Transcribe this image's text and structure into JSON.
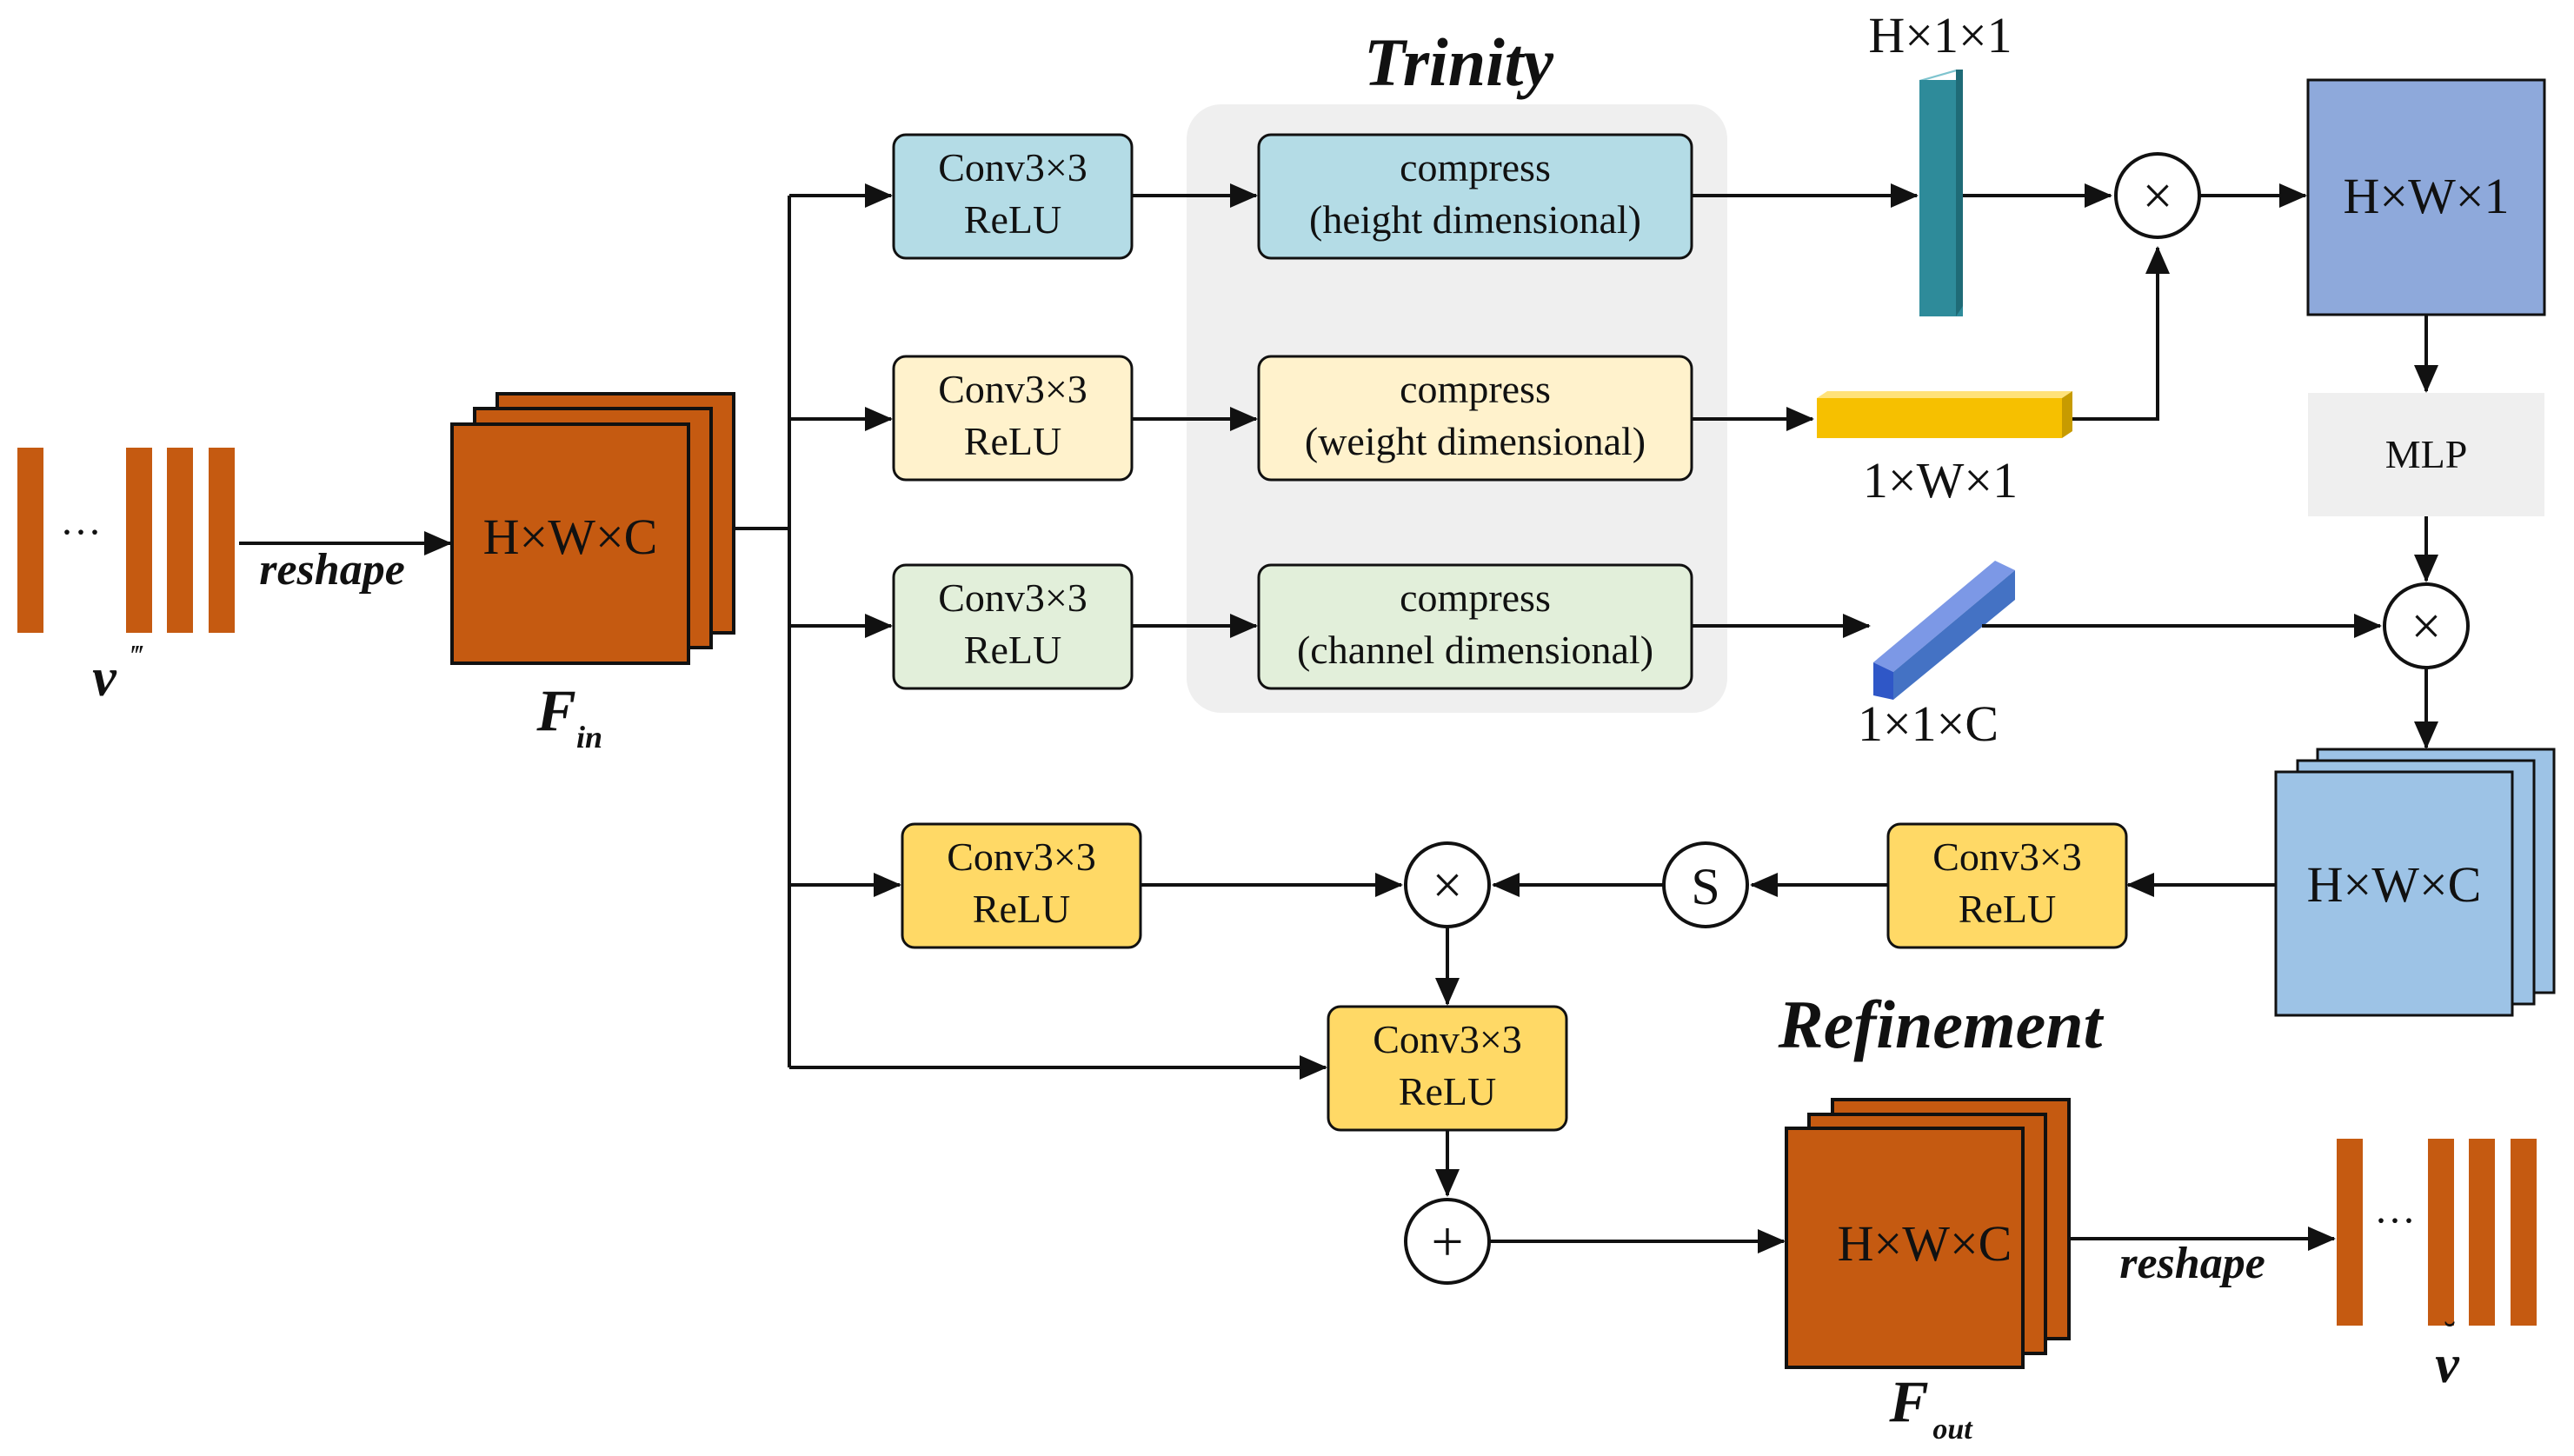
{
  "titles": {
    "trinity": "Trinity",
    "refinement": "Refinement"
  },
  "input": {
    "dots": "···",
    "symbol": "v",
    "symbol_accent": "‴"
  },
  "fin": {
    "shape": "H×W×C",
    "symbol": "F",
    "subscript": "in"
  },
  "reshape_in": "reshape",
  "branches": {
    "conv_line1": "Conv3×3",
    "conv_line2": "ReLU",
    "height": {
      "line1": "compress",
      "line2": "(height dimensional)",
      "vector": "H×1×1"
    },
    "weight": {
      "line1": "compress",
      "line2": "(weight dimensional)",
      "vector": "1×W×1"
    },
    "channel": {
      "line1": "compress",
      "line2": "(channel dimensional)",
      "vector": "1×1×C"
    }
  },
  "hw1": "H×W×1",
  "mlp": "MLP",
  "hwc_blue": "H×W×C",
  "ops": {
    "multiply": "×",
    "add": "+",
    "sigmoid": "S"
  },
  "bottom": {
    "conv_left": {
      "line1": "Conv3×3",
      "line2": "ReLU"
    },
    "conv_right": {
      "line1": "Conv3×3",
      "line2": "ReLU"
    },
    "conv_mid": {
      "line1": "Conv3×3",
      "line2": "ReLU"
    }
  },
  "fout": {
    "shape": "H×W×C",
    "symbol": "F",
    "subscript": "out"
  },
  "reshape_out": "reshape",
  "output": {
    "dots": "···",
    "symbol": "v",
    "symbol_accent": "˘"
  },
  "colors": {
    "orange": "#C55A11",
    "blue_box": "#B4DCE6",
    "cream_box": "#FFF2CC",
    "green_box": "#E2EFDA",
    "yellow_box": "#FFD966",
    "gray_panel": "#EFEFEF",
    "periwinkle": "#8EA9DB",
    "light_blue": "#9DC3E6",
    "teal": "#2E8B9A",
    "gold": "#F6C000"
  }
}
